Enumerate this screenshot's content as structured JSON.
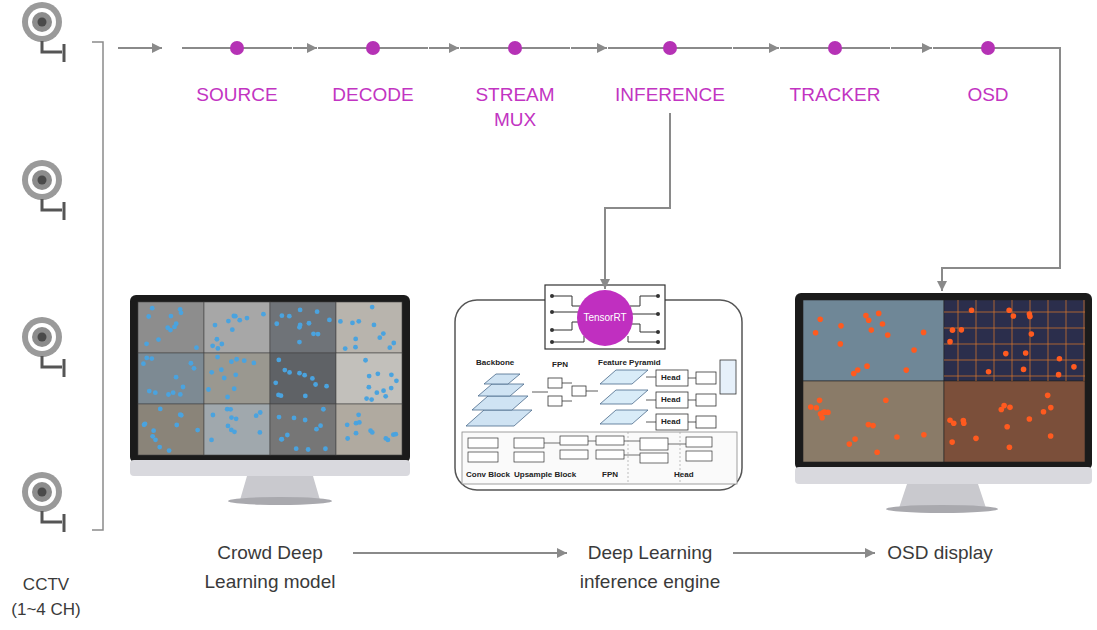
{
  "diagram": {
    "nodes": [
      {
        "text": [
          "SOURCE"
        ]
      },
      {
        "text": [
          "DECODE"
        ]
      },
      {
        "text": [
          "STREAM MUX"
        ]
      },
      {
        "text": [
          "INFERENCE"
        ]
      },
      {
        "text": [
          "TRACKER"
        ]
      },
      {
        "text": [
          "OSD"
        ]
      },
      {
        "text": [
          "TensorRT"
        ]
      },
      {
        "text": [
          "CCTV (1~4 CH)"
        ]
      },
      {
        "text": [
          "Crowd Deep Learning model"
        ]
      },
      {
        "text": [
          "Deep Learning inference engine"
        ]
      },
      {
        "text": [
          "OSD display"
        ]
      }
    ],
    "edges": [
      {
        "from": 0,
        "to": 1,
        "arrow": "to"
      },
      {
        "from": 1,
        "to": 2,
        "arrow": "to"
      },
      {
        "from": 2,
        "to": 3,
        "arrow": "to"
      },
      {
        "from": 3,
        "to": 4,
        "arrow": "to"
      },
      {
        "from": 4,
        "to": 5,
        "arrow": "to"
      },
      {
        "from": 3,
        "to": 6,
        "arrow": "to"
      },
      {
        "from": 8,
        "to": 9,
        "arrow": "to"
      },
      {
        "from": 9,
        "to": 10,
        "arrow": "to"
      }
    ],
    "labels": [
      "Backbone",
      "FPN",
      "Feature Pyramid",
      "Head",
      "Head",
      "Head",
      "Conv Block",
      "Upsample Block",
      "FPN",
      "Head"
    ]
  }
}
